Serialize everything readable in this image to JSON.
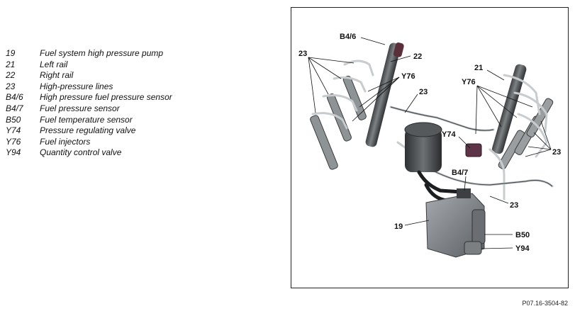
{
  "legend": [
    {
      "code": "19",
      "desc": "Fuel system high pressure pump"
    },
    {
      "code": "21",
      "desc": "Left rail"
    },
    {
      "code": "22",
      "desc": "Right rail"
    },
    {
      "code": "23",
      "desc": "High-pressure lines"
    },
    {
      "code": "B4/6",
      "desc": "High pressure fuel pressure sensor"
    },
    {
      "code": "B4/7",
      "desc": "Fuel pressure sensor"
    },
    {
      "code": "B50",
      "desc": "Fuel temperature sensor"
    },
    {
      "code": "Y74",
      "desc": "Pressure regulating valve"
    },
    {
      "code": "Y76",
      "desc": "Fuel injectors"
    },
    {
      "code": "Y94",
      "desc": "Quantity control valve"
    }
  ],
  "callouts": {
    "b46": "B4/6",
    "n22": "22",
    "n23_left": "23",
    "y76_left": "Y76",
    "n23_mid": "23",
    "n21": "21",
    "y76_right": "Y76",
    "y74": "Y74",
    "n23_right": "23",
    "b47": "B4/7",
    "n23_bottom": "23",
    "n19": "19",
    "b50": "B50",
    "y94": "Y94"
  },
  "figure_ref": "P07.16-3504-82"
}
